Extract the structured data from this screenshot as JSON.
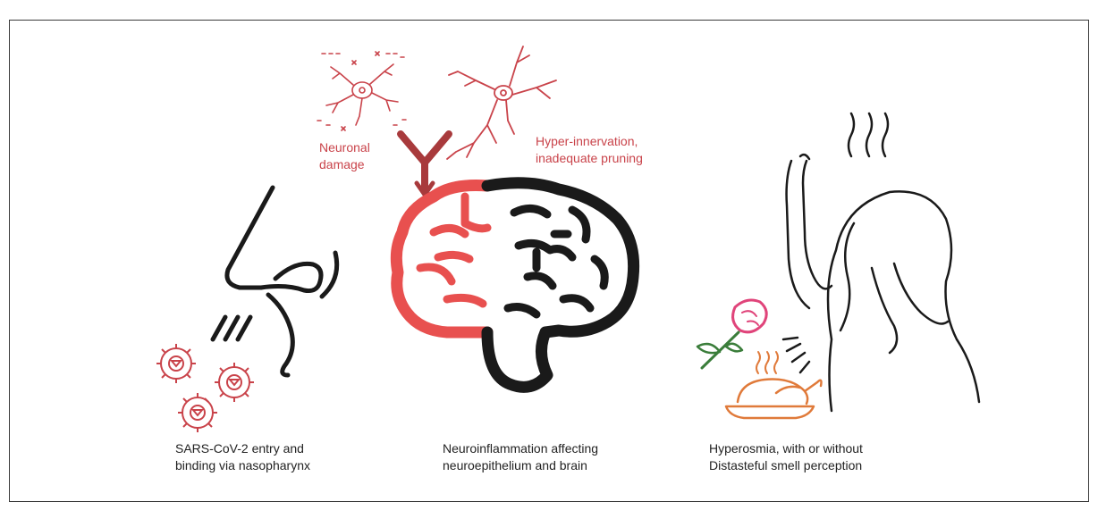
{
  "captions": {
    "sars_line1": "SARS-CoV-2 entry and",
    "sars_line2": "binding via nasopharynx",
    "neuro_line1": "Neuroinflammation affecting",
    "neuro_line2": "neuroepithelium and brain",
    "hyper_line1": "Hyperosmia, with or without",
    "hyper_line2": "Distasteful smell perception"
  },
  "labels": {
    "damage_line1": "Neuronal",
    "damage_line2": "damage",
    "innervation_line1": "Hyper-innervation,",
    "innervation_line2": "inadequate pruning"
  },
  "icons": {
    "virus": "virus-icon",
    "nose": "nose-icon",
    "brain": "brain-icon",
    "neuron_damaged": "damaged-neuron-icon",
    "neuron": "neuron-icon",
    "antibody": "antibody-icon",
    "rose": "rose-icon",
    "food": "roast-chicken-icon",
    "person": "distressed-person-icon"
  },
  "colors": {
    "accent_red": "#c9434a",
    "brain_red": "#e8504f",
    "antibody_dark_red": "#a83a3c",
    "rose_pink": "#e0447a",
    "stem_green": "#3a7d3a",
    "food_orange": "#e07a3a",
    "line_black": "#1a1a1a"
  }
}
